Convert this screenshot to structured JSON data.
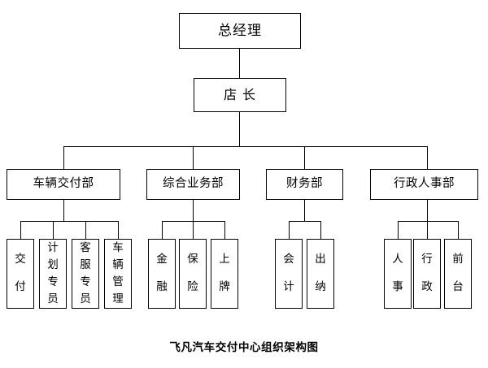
{
  "chart": {
    "caption": "飞凡汽车交付中心组织架构图",
    "line_color": "#000000",
    "box_fill": "#ffffff",
    "levels": {
      "level1": {
        "label": "总经理"
      },
      "level2": {
        "label": "店  长"
      }
    },
    "departments": [
      {
        "label": "车辆交付部",
        "children": [
          {
            "label": "交\n付"
          },
          {
            "label": "计\n划\n专\n员"
          },
          {
            "label": "客\n服\n专\n员"
          },
          {
            "label": "车\n辆\n管\n理"
          }
        ]
      },
      {
        "label": "综合业务部",
        "children": [
          {
            "label": "金\n融"
          },
          {
            "label": "保\n险"
          },
          {
            "label": "上\n牌"
          }
        ]
      },
      {
        "label": "财务部",
        "children": [
          {
            "label": "会\n计"
          },
          {
            "label": "出\n纳"
          }
        ]
      },
      {
        "label": "行政人事部",
        "children": [
          {
            "label": "人\n事"
          },
          {
            "label": "行\n政"
          },
          {
            "label": "前\n台"
          }
        ]
      }
    ]
  }
}
